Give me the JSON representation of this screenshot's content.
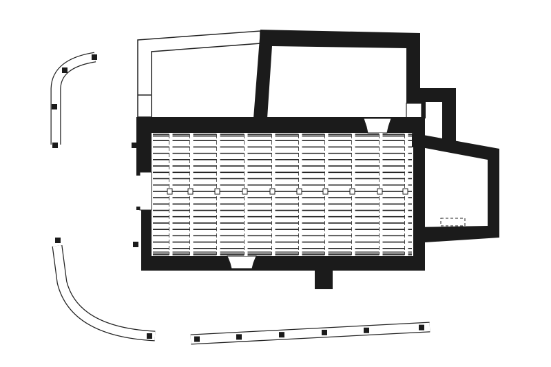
{
  "plan": {
    "bay_count": 10,
    "slat_rows": 19,
    "pier_count": 10,
    "fragment_marker_count": 6
  },
  "colors": {
    "wall": "#1b1b1b",
    "background": "#ffffff",
    "line": "#222222",
    "slat_shadow": "#8a8a8a"
  }
}
